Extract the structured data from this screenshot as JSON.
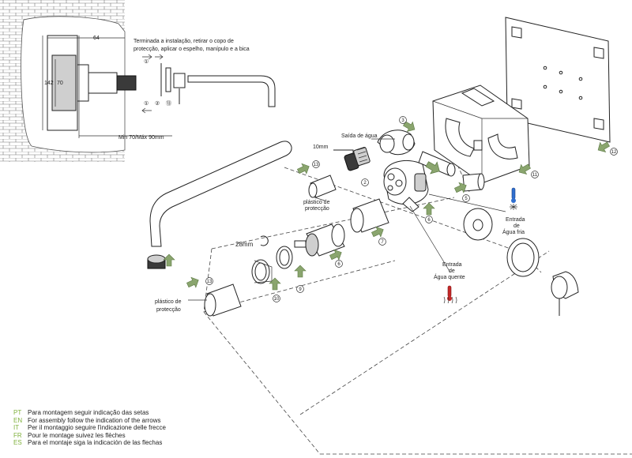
{
  "inset": {
    "note": [
      "Terminada a instalação,  retirar o copo de",
      "protecção, aplicar o espelho, manípulo e a bica"
    ],
    "dim_top": "64",
    "dim_left_outer": "142",
    "dim_left_inner": "70",
    "min_max": "Min 70/Máx 90mm",
    "step_numbers": [
      "①",
      "②",
      "⑬"
    ]
  },
  "labels": {
    "saida": "Saída de água",
    "wrench": "10mm",
    "plastic_upper": [
      "plástico de",
      "protecção"
    ],
    "plastic_lower": [
      "plástico de",
      "protecção"
    ],
    "entrada_fria": [
      "Entrada",
      "de",
      "Água fria"
    ],
    "entrada_quente": [
      "Entrada",
      "de",
      "Água quente"
    ],
    "size_28": "28mm"
  },
  "callouts": [
    "1",
    "2",
    "3",
    "4",
    "5",
    "6",
    "7",
    "8",
    "9",
    "10",
    "11",
    "12",
    "13",
    "13",
    "13"
  ],
  "legend": [
    {
      "code": "PT",
      "text": "Para montagem seguir indicação das setas"
    },
    {
      "code": "EN",
      "text": "For assembly follow the indication of the arrows"
    },
    {
      "code": "IT",
      "text": "Per il montaggio seguire l'indicazione delle frecce"
    },
    {
      "code": "FR",
      "text": "Pour le montage suivez les flèches"
    },
    {
      "code": "ES",
      "text": "Para el montaje siga la indicación de las flechas"
    }
  ],
  "colors": {
    "arrow": "#8aa56e",
    "legend_code": "#7fb03c",
    "cold": "#2f6fd0",
    "hot": "#c62828"
  }
}
